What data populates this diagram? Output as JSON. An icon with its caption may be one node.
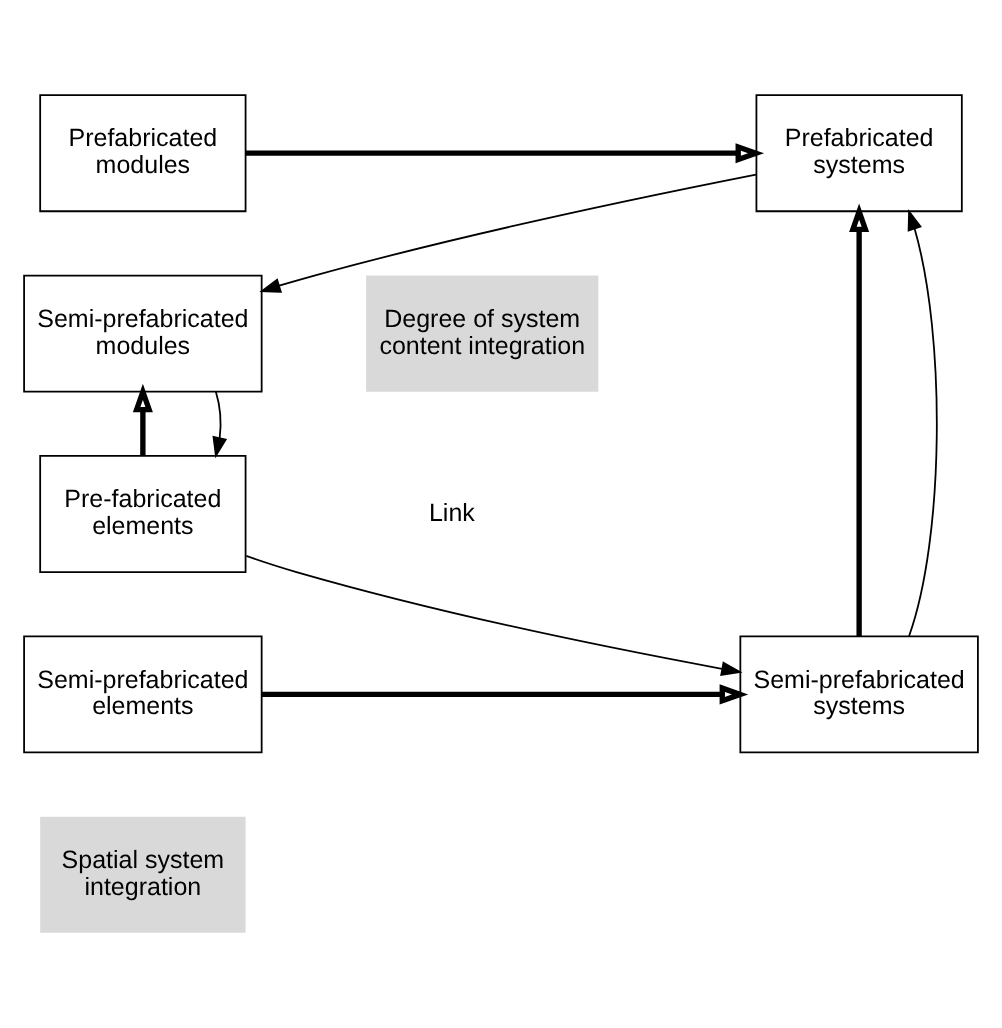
{
  "diagram": {
    "nodes": [
      {
        "text": [
          "Prefabricated modules"
        ]
      },
      {
        "text": [
          "Semi-prefabricated modules"
        ]
      },
      {
        "text": [
          "Prefabricated systems"
        ]
      },
      {
        "text": [
          "Pre-fabricated elements"
        ]
      },
      {
        "text": [
          "Semi-prefabricated elements"
        ]
      },
      {
        "text": [
          "Semi-prefabricated systems"
        ]
      }
    ],
    "edges": [
      {
        "from": 0,
        "to": 2,
        "arrow": "to",
        "style": "thick"
      },
      {
        "from": 3,
        "to": 1,
        "arrow": "to",
        "style": "thick"
      },
      {
        "from": 5,
        "to": 2,
        "arrow": "to",
        "style": "thick"
      },
      {
        "from": 4,
        "to": 5,
        "arrow": "to",
        "style": "thick"
      },
      {
        "from": 2,
        "to": 1,
        "arrow": "to"
      },
      {
        "from": 1,
        "to": 3,
        "arrow": "to"
      },
      {
        "from": 3,
        "to": 5,
        "arrow": "to"
      },
      {
        "from": 5,
        "to": 2,
        "arrow": "to"
      }
    ],
    "labels": [
      "Degree of system content integration",
      "Link",
      "Spatial system integration"
    ]
  }
}
